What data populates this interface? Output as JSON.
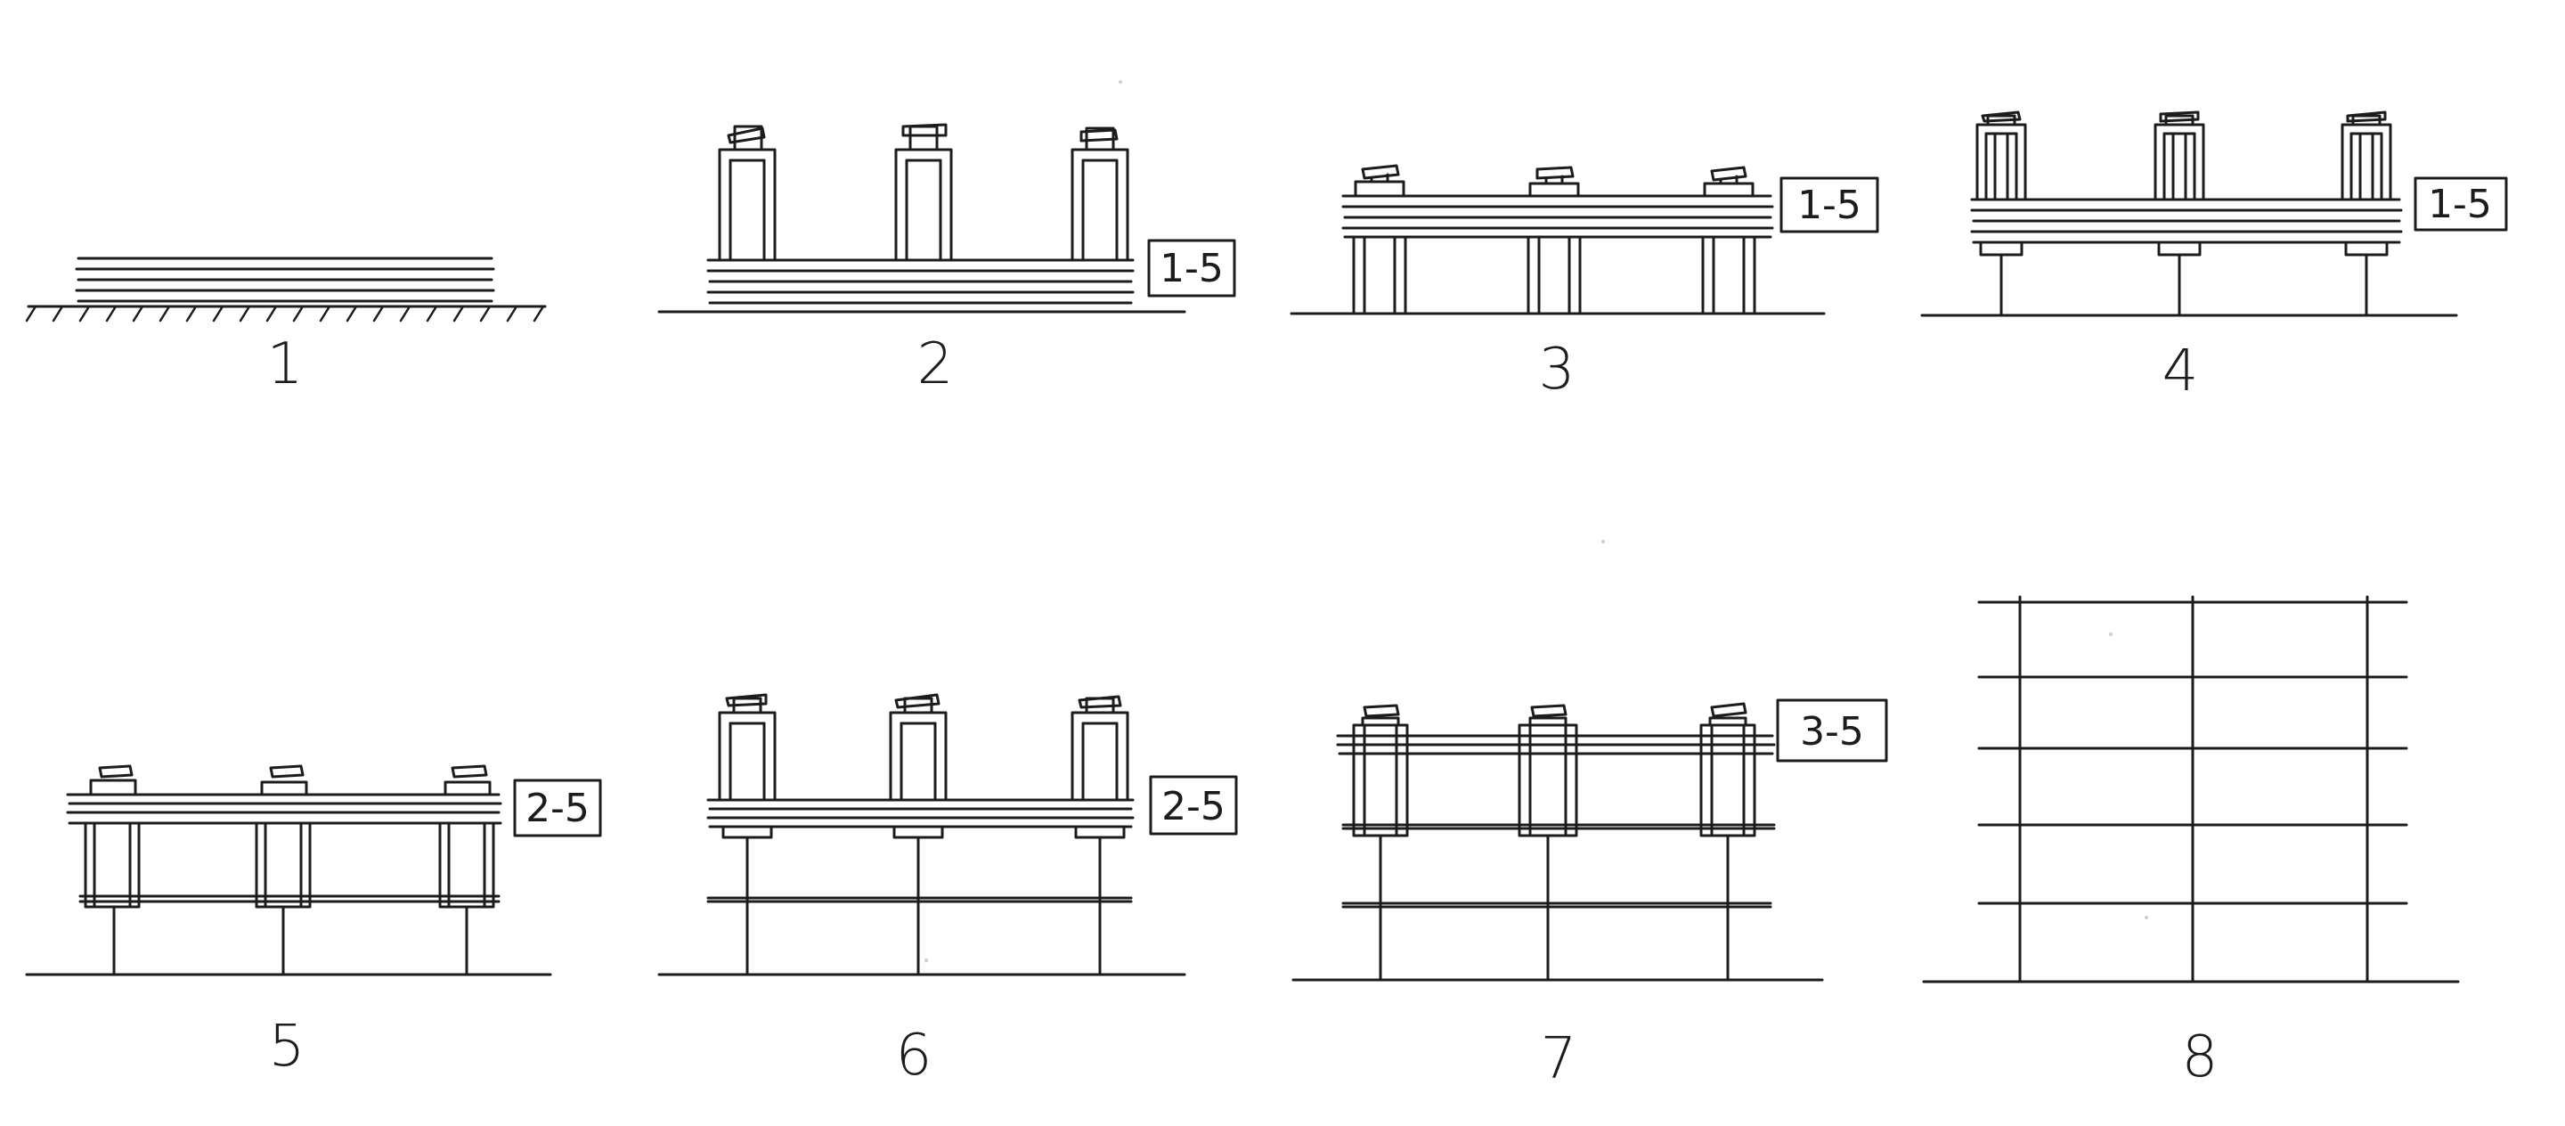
{
  "figure": {
    "panels": [
      {
        "id": "p1",
        "step_label": "1",
        "range_label": "",
        "state": "all floor slabs stacked on ground"
      },
      {
        "id": "p2",
        "step_label": "2",
        "range_label": "1-5",
        "state": "jacks mounted on columns, slabs on ground"
      },
      {
        "id": "p3",
        "step_label": "3",
        "range_label": "1-5",
        "state": "slabs lifted"
      },
      {
        "id": "p4",
        "step_label": "4",
        "range_label": "1-5",
        "state": "slabs lifted higher, jacks raised"
      },
      {
        "id": "p5",
        "step_label": "5",
        "range_label": "2-5",
        "state": "lowest slab parked, remaining slabs lifted"
      },
      {
        "id": "p6",
        "step_label": "6",
        "range_label": "2-5",
        "state": "remaining slabs lifted, jacks raised"
      },
      {
        "id": "p7",
        "step_label": "7",
        "range_label": "3-5",
        "state": "second slab parked, remaining slabs lifted"
      },
      {
        "id": "p8",
        "step_label": "8",
        "range_label": "",
        "state": "all floors in final position"
      }
    ]
  },
  "style": {
    "ink_color": "#1c1c1c",
    "paper_color": "#ffffff"
  }
}
